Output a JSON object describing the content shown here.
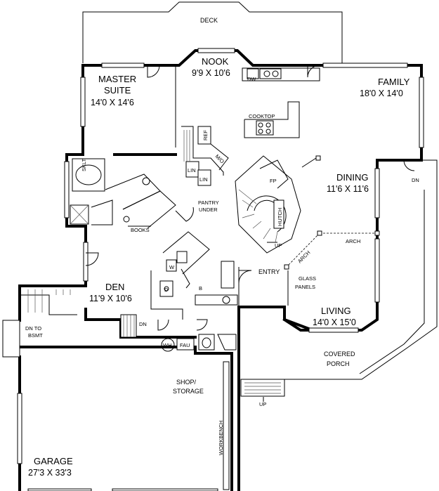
{
  "rooms": {
    "deck": "DECK",
    "nook": {
      "name": "NOOK",
      "dim": "9'9 X 10'6"
    },
    "family": {
      "name": "FAMILY",
      "dim": "18'0 X 14'0"
    },
    "master": {
      "name1": "MASTER",
      "name2": "SUITE",
      "dim": "14'0 X 14'6"
    },
    "dining": {
      "name": "DINING",
      "dim": "11'6 X 11'6"
    },
    "den": {
      "name": "DEN",
      "dim": "11'9 X 10'6"
    },
    "living": {
      "name": "LIVING",
      "dim": "14'0 X 15'0"
    },
    "garage": {
      "name": "GARAGE",
      "dim": "27'3 X 33'3"
    },
    "porch": {
      "line1": "COVERED",
      "line2": "PORCH"
    },
    "shop": {
      "line1": "SHOP/",
      "line2": "STORAGE"
    },
    "entry": "ENTRY"
  },
  "labels": {
    "dw": "DW",
    "cooktop": "COOKTOP",
    "ref": "REF",
    "mo": "M/O",
    "lin1": "LIN",
    "lin2": "LIN",
    "sklt": "SKLT",
    "books": "BOOKS",
    "pantry1": "PANTRY",
    "pantry2": "UNDER",
    "fp": "FP",
    "hutch": "HUTCH",
    "up_stair": "UP",
    "arch1": "ARCH",
    "arch2": "ARCH",
    "glass1": "GLASS",
    "glass2": "PANELS",
    "dn_dining": "DN",
    "dn_den": "DN",
    "dn_bsmt1": "DN TO",
    "dn_bsmt2": "BSMT",
    "up_porch": "UP",
    "wh": "WH",
    "fau": "FAU",
    "workbench": "WORKBENCH",
    "w": "W",
    "d": "D",
    "b": "B"
  }
}
